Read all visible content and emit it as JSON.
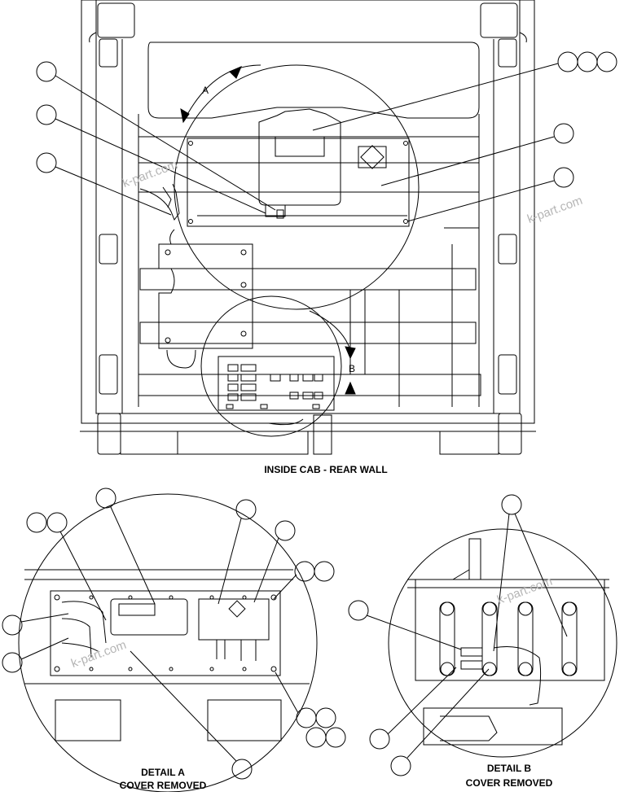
{
  "views": {
    "main_caption": "INSIDE CAB - REAR WALL",
    "detail_a_line1": "DETAIL A",
    "detail_a_line2": "COVER REMOVED",
    "detail_b_line1": "DETAIL B",
    "detail_b_line2": "COVER REMOVED"
  },
  "detail_letters": {
    "a": "A",
    "b": "B"
  },
  "watermark": "k-part.com",
  "colors": {
    "line": "#000000",
    "watermark": "#b5b5b5",
    "background": "#ffffff"
  }
}
